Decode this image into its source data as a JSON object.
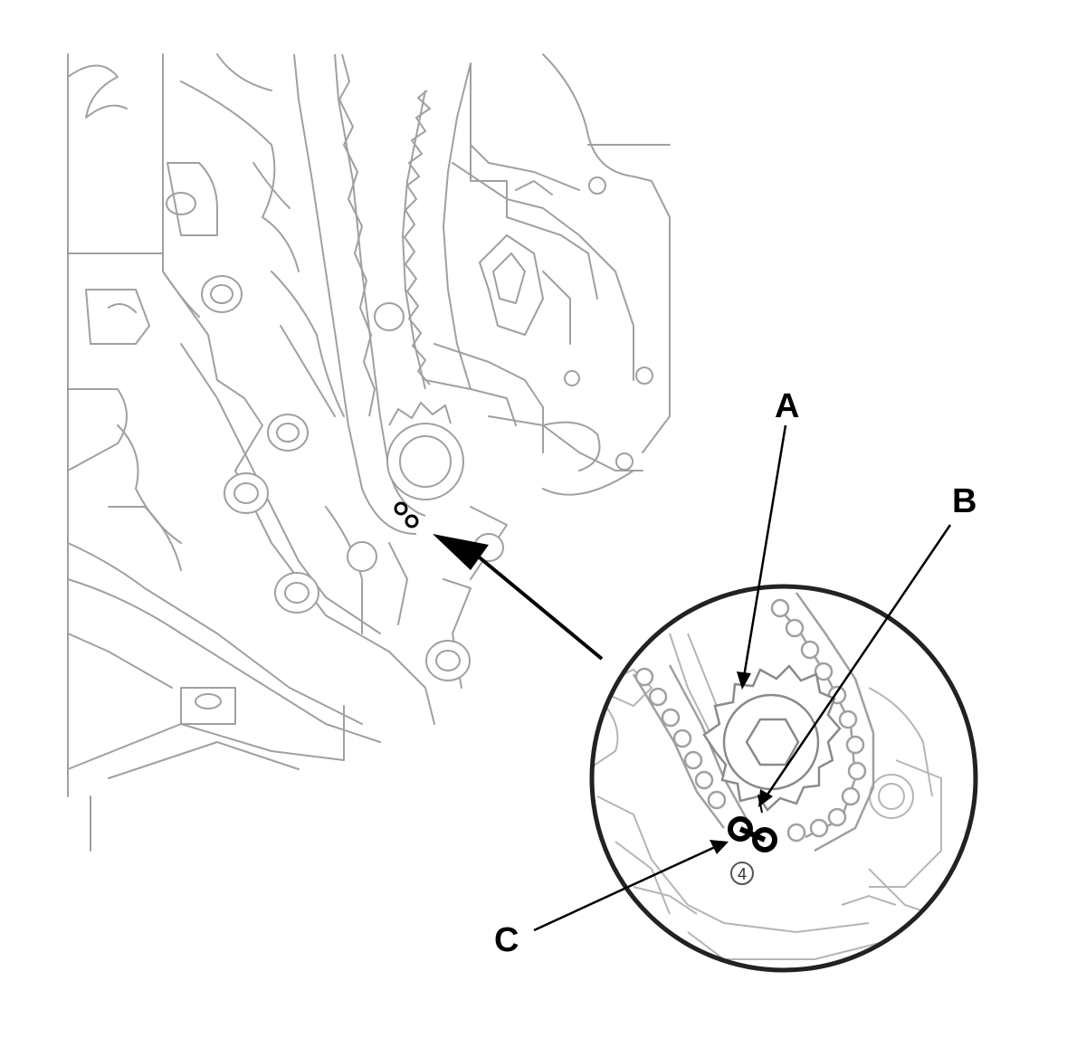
{
  "figure": {
    "line_color": "#999999",
    "ink_color": "#000000",
    "background": "#ffffff"
  },
  "callouts": {
    "a": "A",
    "b": "B",
    "c": "C"
  },
  "detail_view": {
    "mark_glyph": "4"
  },
  "icons": {
    "pointer": "arrow-pointer-icon",
    "sprocket": "crankshaft-sprocket-icon",
    "chain": "timing-chain-icon"
  }
}
